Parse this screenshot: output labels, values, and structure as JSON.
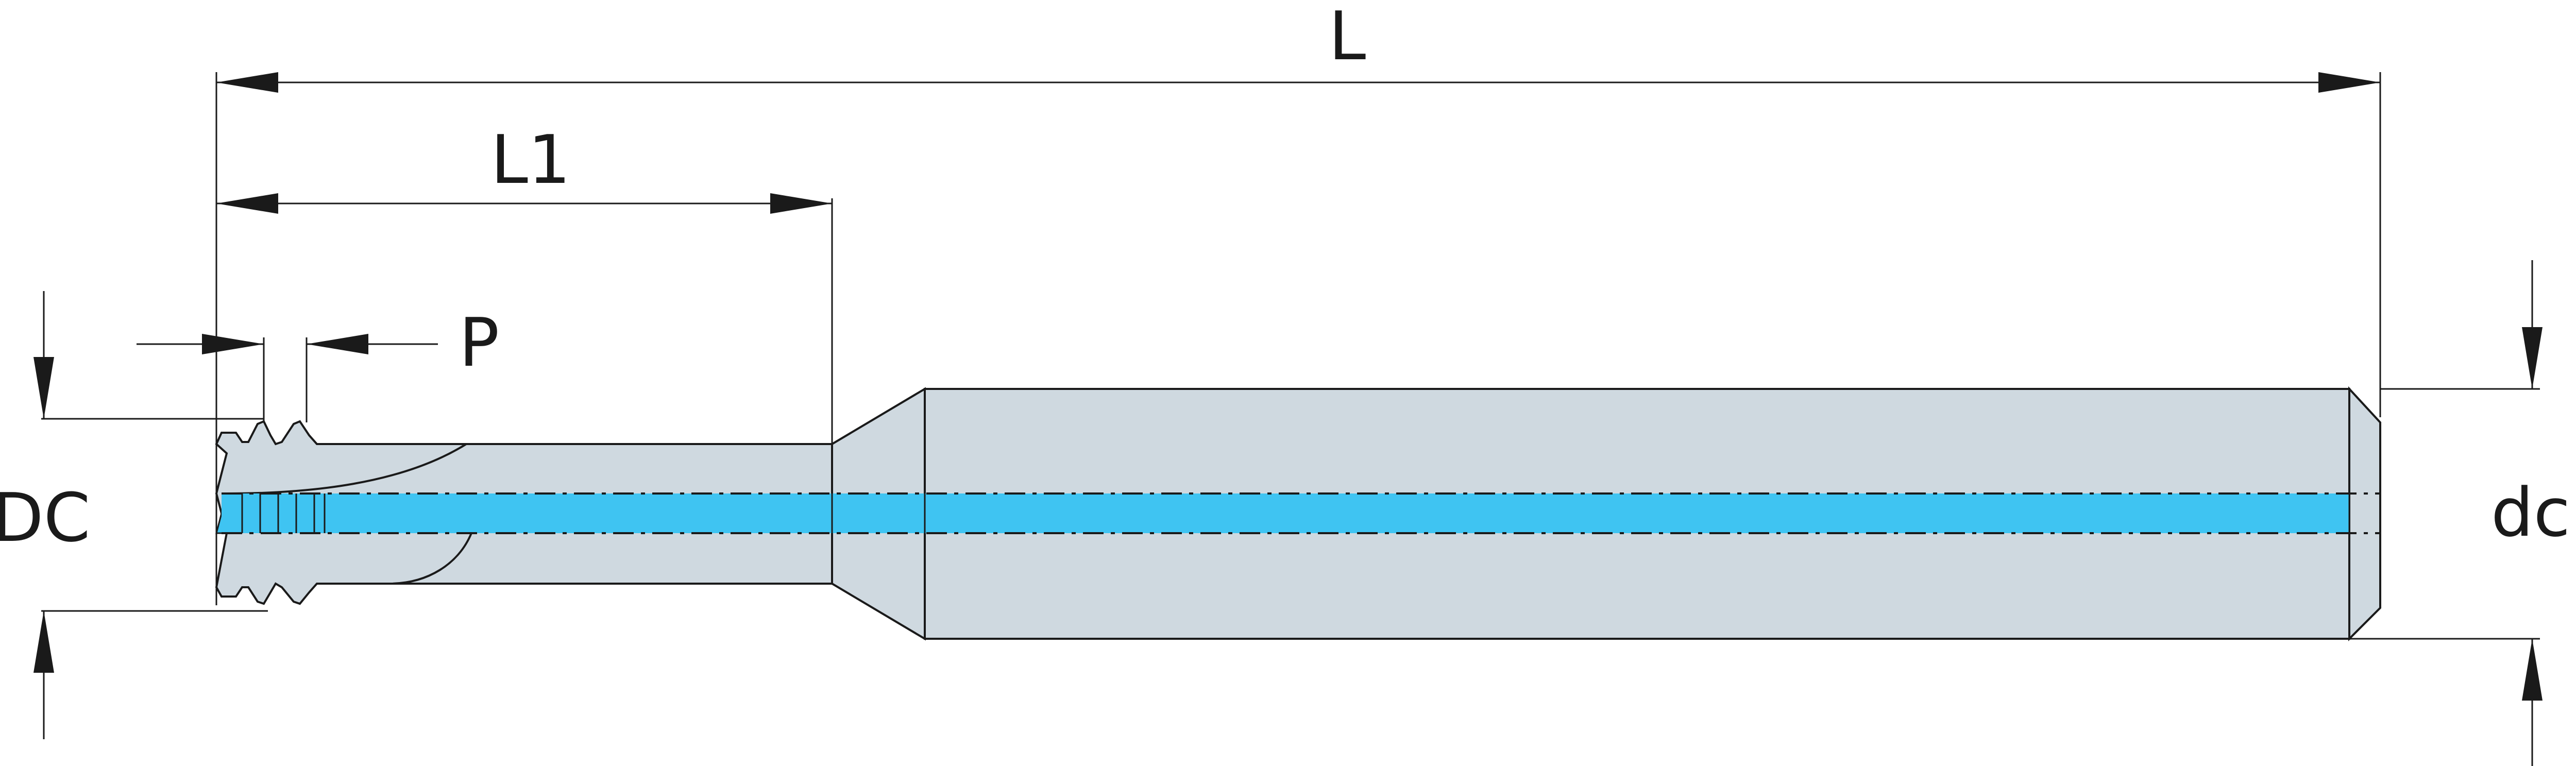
{
  "labels": {
    "overall_length": "L",
    "length_of_cut": "L1",
    "pitch": "P",
    "cutting_diameter": "DC",
    "shank_diameter": "dc"
  },
  "colors": {
    "tool_body": "#cfd9e0",
    "coolant_channel": "#3fc4f2",
    "outline": "#1a1a1a",
    "dimension_line": "#1a1a1a",
    "background": "#ffffff"
  }
}
